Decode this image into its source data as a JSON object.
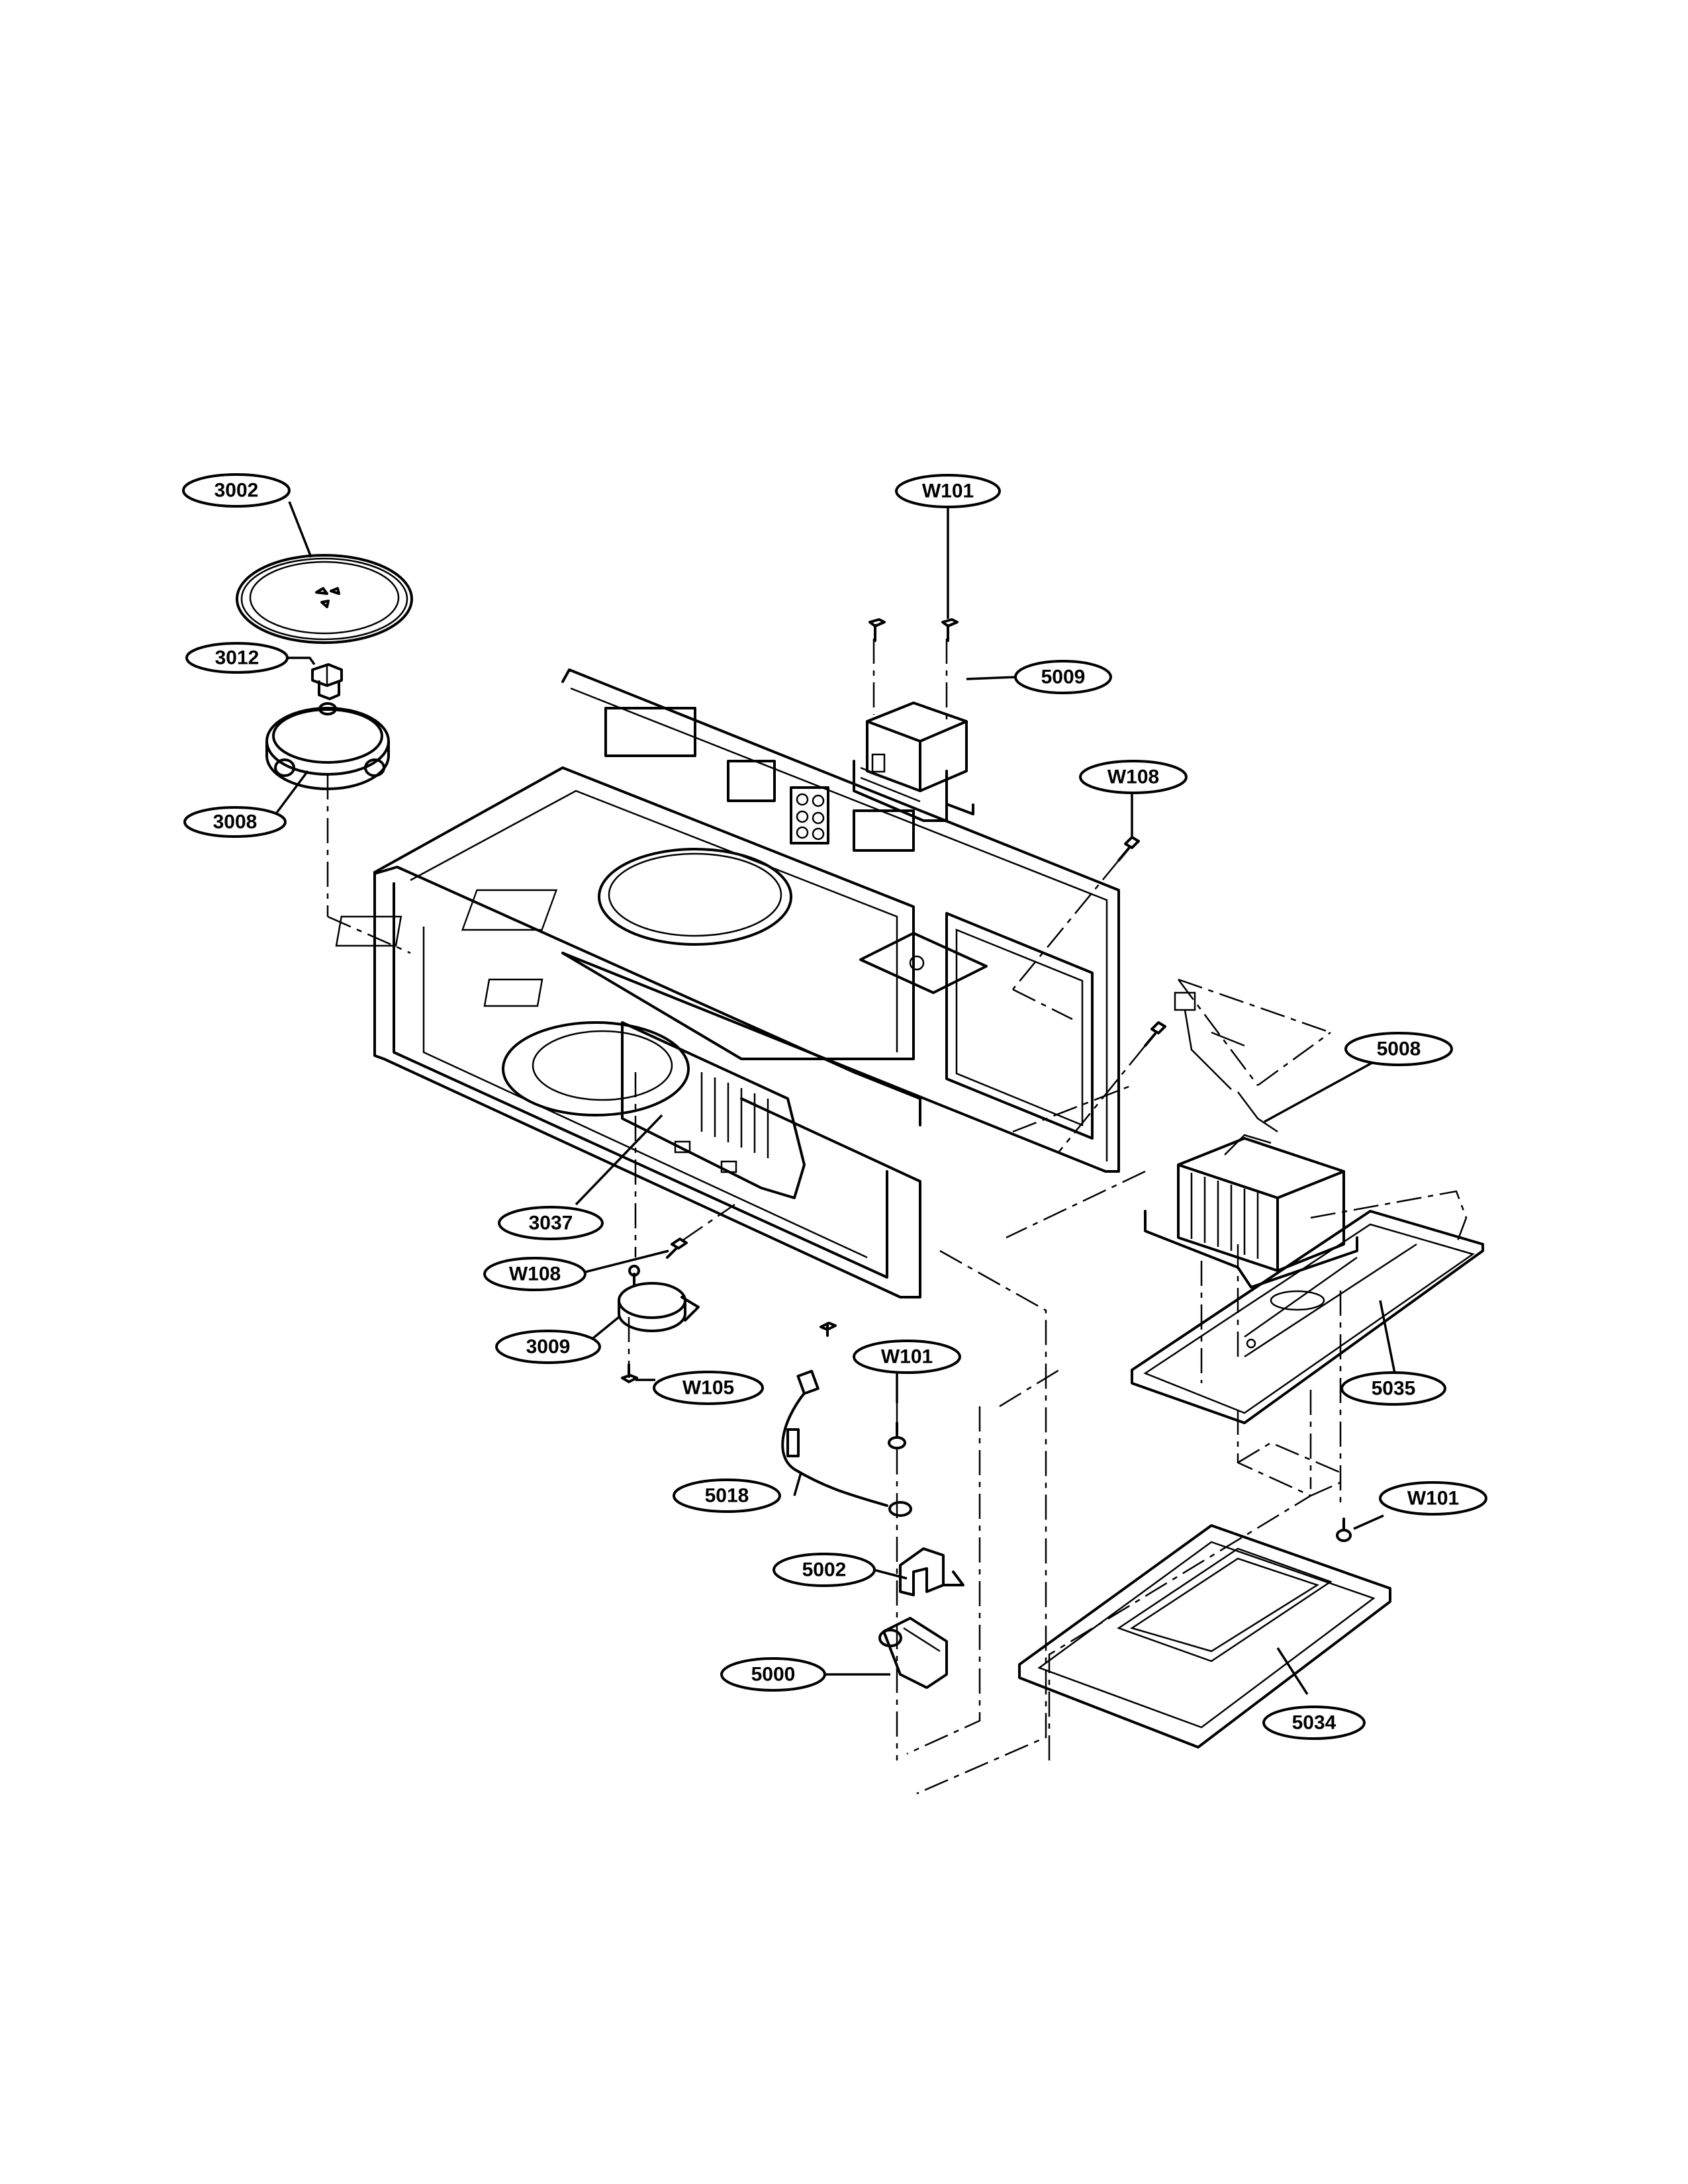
{
  "callouts": [
    {
      "id": "c3002",
      "label": "3002"
    },
    {
      "id": "c3012",
      "label": "3012"
    },
    {
      "id": "c3008",
      "label": "3008"
    },
    {
      "id": "cW101a",
      "label": "W101"
    },
    {
      "id": "c5009",
      "label": "5009"
    },
    {
      "id": "cW108a",
      "label": "W108"
    },
    {
      "id": "c5008",
      "label": "5008"
    },
    {
      "id": "c3037",
      "label": "3037"
    },
    {
      "id": "cW108b",
      "label": "W108"
    },
    {
      "id": "c3009",
      "label": "3009"
    },
    {
      "id": "cW105",
      "label": "W105"
    },
    {
      "id": "cW101b",
      "label": "W101"
    },
    {
      "id": "c5018",
      "label": "5018"
    },
    {
      "id": "c5035",
      "label": "5035"
    },
    {
      "id": "cW101c",
      "label": "W101"
    },
    {
      "id": "c5002",
      "label": "5002"
    },
    {
      "id": "c5000",
      "label": "5000"
    },
    {
      "id": "c5034",
      "label": "5034"
    }
  ]
}
